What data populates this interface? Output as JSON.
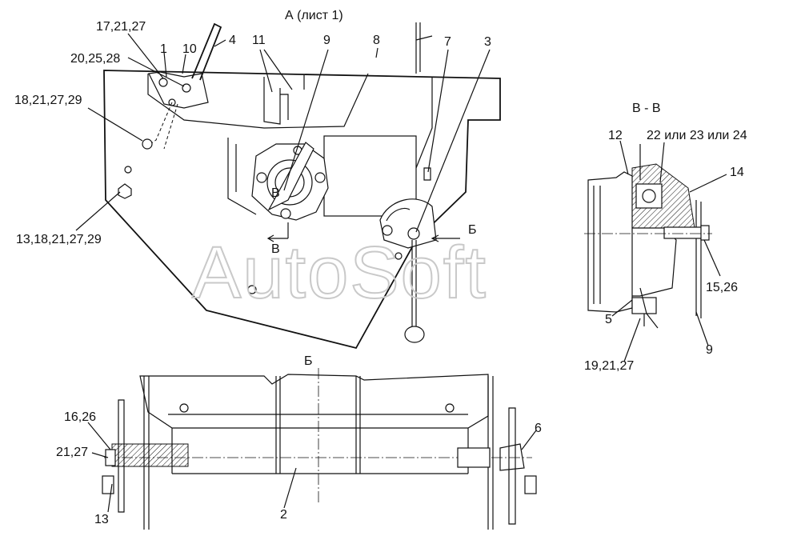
{
  "views": {
    "view_a_title": "А (лист 1)",
    "section_b_title": "Б",
    "section_vv_title": "В - В",
    "arrow_b": "Б",
    "arrow_v": "В",
    "center_v": "В"
  },
  "callouts_view_a": {
    "c_17_21_27": "17,21,27",
    "c_20_25_28": "20,25,28",
    "c_1": "1",
    "c_10": "10",
    "c_4": "4",
    "c_11": "11",
    "c_9": "9",
    "c_8": "8",
    "c_7": "7",
    "c_3": "3",
    "c_18_21_27_29": "18,21,27,29",
    "c_13_18_21_27_29": "13,18,21,27,29"
  },
  "callouts_section_vv": {
    "c_12": "12",
    "c_22_23_24": "22 или 23 или 24",
    "c_14": "14",
    "c_15_26": "15,26",
    "c_5": "5",
    "c_9": "9",
    "c_19_21_27": "19,21,27"
  },
  "callouts_view_b": {
    "c_16_26": "16,26",
    "c_21_27": "21,27",
    "c_13": "13",
    "c_2": "2",
    "c_6": "6"
  },
  "watermark": "AutoSoft"
}
